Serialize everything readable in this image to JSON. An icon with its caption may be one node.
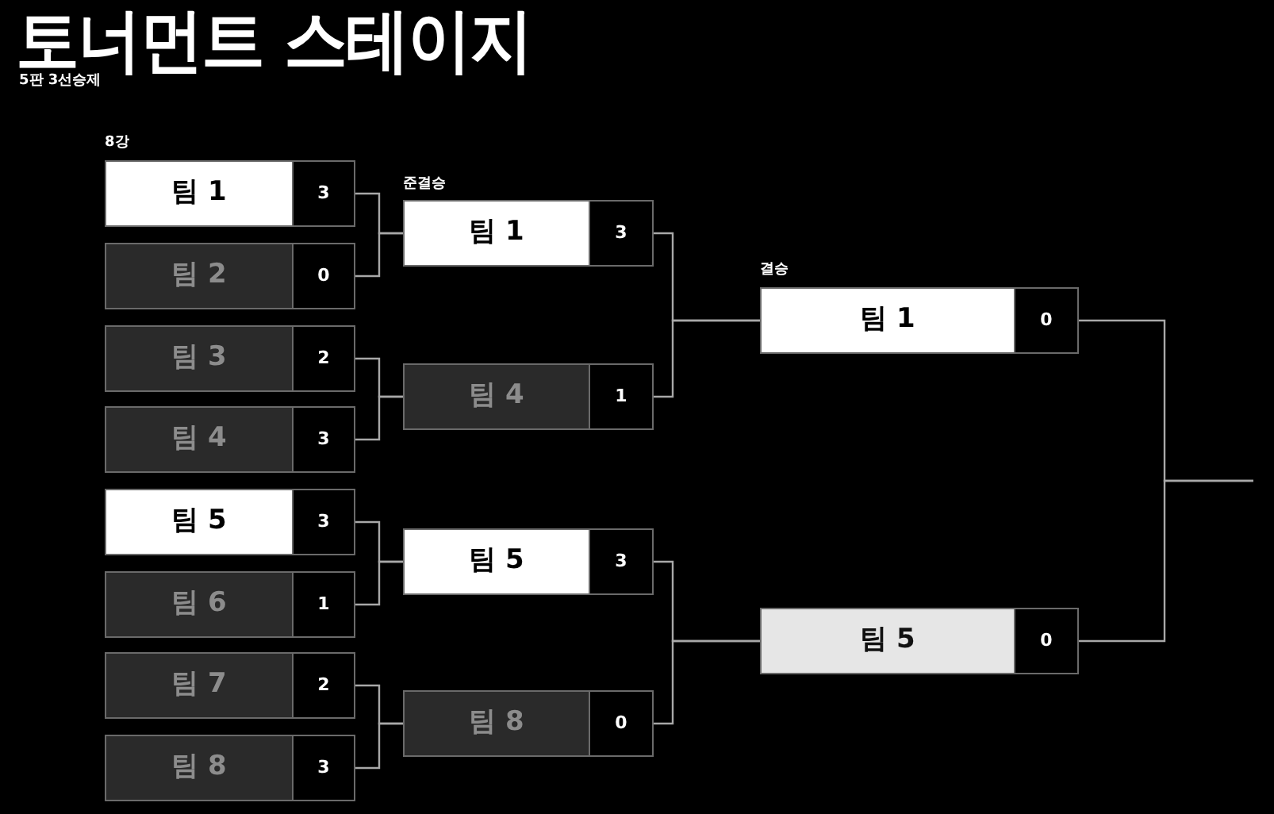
{
  "diagram": {
    "title": "토너먼트 스테이지",
    "nodes": [
      {
        "text": [
          "팀 1",
          "3"
        ]
      },
      {
        "text": [
          "팀 2",
          "0"
        ]
      },
      {
        "text": [
          "팀 3",
          "2"
        ]
      },
      {
        "text": [
          "팀 4",
          "3"
        ]
      },
      {
        "text": [
          "팀 5",
          "3"
        ]
      },
      {
        "text": [
          "팀 6",
          "1"
        ]
      },
      {
        "text": [
          "팀 7",
          "2"
        ]
      },
      {
        "text": [
          "팀 8",
          "3"
        ]
      },
      {
        "text": [
          "팀 1",
          "3"
        ]
      },
      {
        "text": [
          "팀 4",
          "1"
        ]
      },
      {
        "text": [
          "팀 5",
          "3"
        ]
      },
      {
        "text": [
          "팀 8",
          "0"
        ]
      },
      {
        "text": [
          "팀 1",
          "0"
        ]
      },
      {
        "text": [
          "팀 5",
          "0"
        ]
      }
    ],
    "edges": [
      {
        "from": 0,
        "to": 8,
        "arrow": "none"
      },
      {
        "from": 1,
        "to": 8,
        "arrow": "none"
      },
      {
        "from": 2,
        "to": 9,
        "arrow": "none"
      },
      {
        "from": 3,
        "to": 9,
        "arrow": "none"
      },
      {
        "from": 4,
        "to": 10,
        "arrow": "none"
      },
      {
        "from": 5,
        "to": 10,
        "arrow": "none"
      },
      {
        "from": 6,
        "to": 11,
        "arrow": "none"
      },
      {
        "from": 7,
        "to": 11,
        "arrow": "none"
      },
      {
        "from": 8,
        "to": 12,
        "arrow": "none"
      },
      {
        "from": 9,
        "to": 12,
        "arrow": "none"
      },
      {
        "from": 10,
        "to": 13,
        "arrow": "none"
      },
      {
        "from": 11,
        "to": 13,
        "arrow": "none"
      },
      {
        "from": 12,
        "to": null,
        "arrow": "none"
      },
      {
        "from": 13,
        "to": null,
        "arrow": "none"
      }
    ],
    "labels": [
      "5판 3선승제",
      "8강",
      "준결승",
      "결승"
    ]
  }
}
